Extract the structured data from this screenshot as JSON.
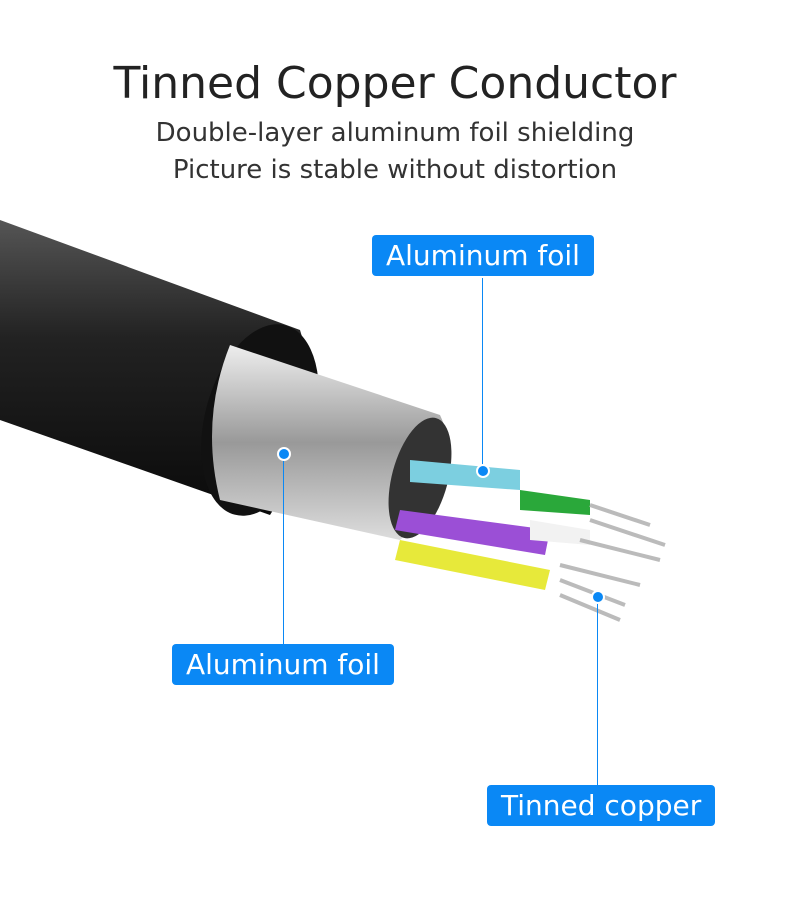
{
  "header": {
    "title": "Tinned Copper Conductor",
    "subtitle_1": "Double-layer aluminum foil shielding",
    "subtitle_2": "Picture is stable without distortion"
  },
  "labels": {
    "top": "Aluminum foil",
    "left": "Aluminum foil",
    "bottom": "Tinned copper"
  },
  "colors": {
    "accent": "#0a88f5"
  }
}
